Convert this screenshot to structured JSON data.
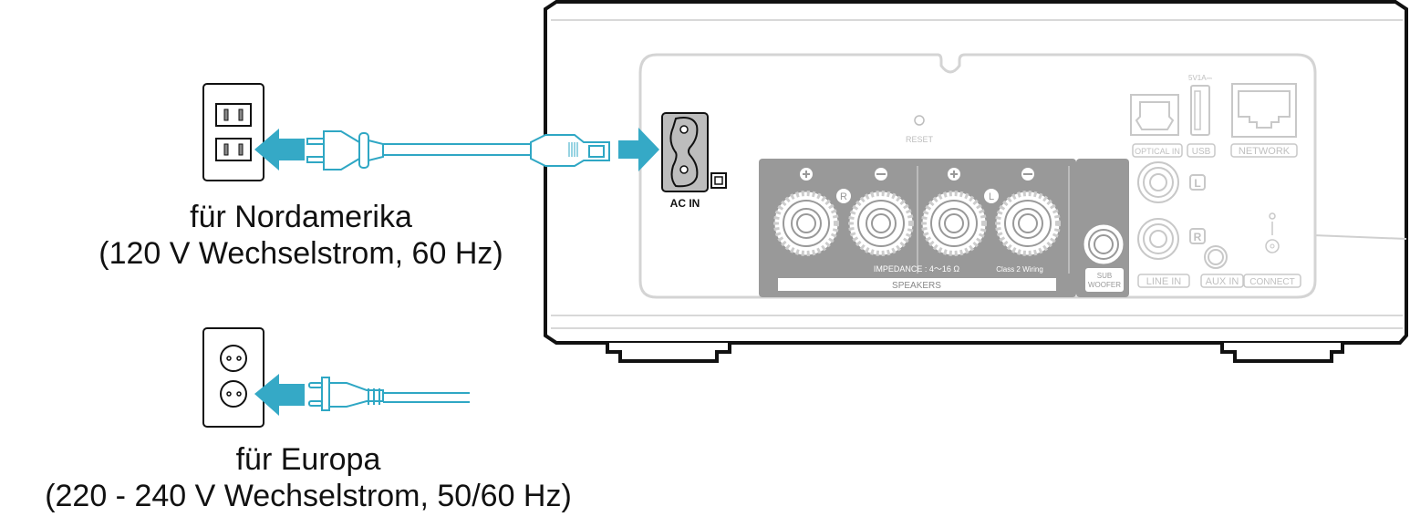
{
  "captions": {
    "north_america": {
      "line1": "für Nordamerika",
      "line2": "(120 V Wechselstrom, 60 Hz)"
    },
    "europe": {
      "line1": "für Europa",
      "line2": "(220 - 240 V Wechselstrom, 50/60 Hz)"
    }
  },
  "device": {
    "ac_in_label": "AC IN",
    "reset_label": "RESET",
    "usb_rating_label": "5V1A⎓",
    "optical_in_label": "OPTICAL IN",
    "usb_label": "USB",
    "network_label": "NETWORK",
    "speakers": {
      "label": "SPEAKERS",
      "impedance_label": "IMPEDANCE : 4～16 Ω",
      "class2_label": "Class 2 Wiring",
      "right_channel_badge": "R",
      "left_channel_badge": "L"
    },
    "subwoofer_label_line1": "SUB",
    "subwoofer_label_line2": "WOOFER",
    "line_in_label": "LINE IN",
    "line_in_left_badge": "L",
    "line_in_right_badge": "R",
    "aux_in_label": "AUX IN",
    "connect_label": "CONNECT"
  },
  "colors": {
    "accent_cable": "#2fa7c4",
    "arrow": "#35a9c6",
    "panel_gray": "#999999",
    "outline_light": "#cfcfcf",
    "outline_dark": "#111111"
  }
}
